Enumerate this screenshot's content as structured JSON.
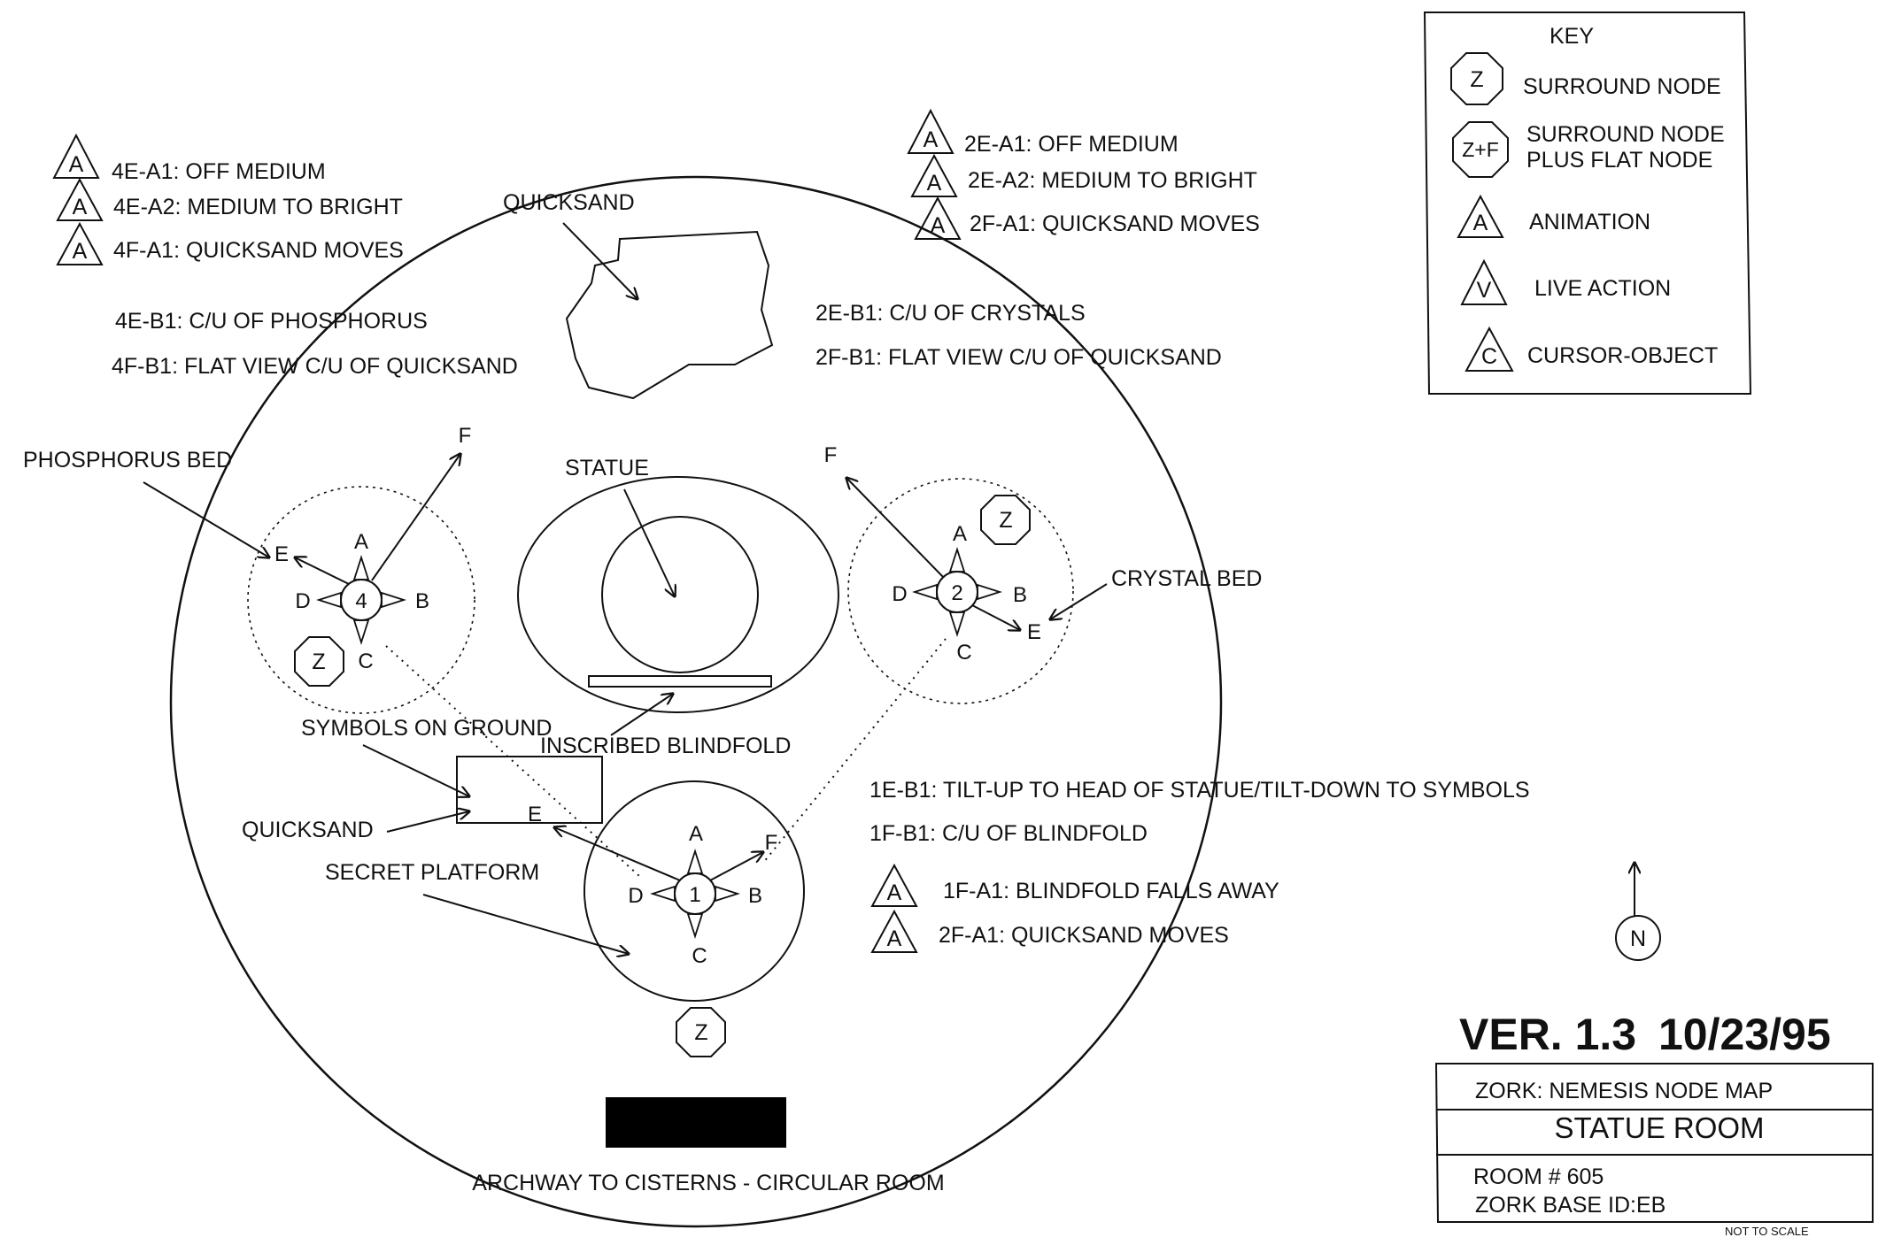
{
  "key": {
    "title": "KEY",
    "items": [
      {
        "symbol": "Z",
        "label": "SURROUND NODE"
      },
      {
        "symbol": "Z+F",
        "label_line1": "SURROUND NODE",
        "label_line2": "PLUS FLAT NODE"
      },
      {
        "symbol": "A",
        "label": "ANIMATION"
      },
      {
        "symbol": "V",
        "label": "LIVE ACTION"
      },
      {
        "symbol": "C",
        "label": "CURSOR-OBJECT"
      }
    ]
  },
  "notes_left": {
    "animations": [
      "4E-A1: OFF MEDIUM",
      "4E-A2: MEDIUM TO BRIGHT",
      "4F-A1: QUICKSAND MOVES"
    ],
    "views": [
      "4E-B1: C/U OF PHOSPHORUS",
      "4F-B1: FLAT VIEW C/U OF QUICKSAND"
    ]
  },
  "notes_right": {
    "animations": [
      "2E-A1: OFF MEDIUM",
      "2E-A2: MEDIUM TO BRIGHT",
      "2F-A1: QUICKSAND MOVES"
    ],
    "views": [
      "2E-B1: C/U OF CRYSTALS",
      "2F-B1: FLAT VIEW C/U OF QUICKSAND"
    ]
  },
  "notes_node1": {
    "views": [
      "1E-B1: TILT-UP TO HEAD OF STATUE/TILT-DOWN TO SYMBOLS",
      "1F-B1: C/U OF BLINDFOLD"
    ],
    "animations": [
      "1F-A1: BLINDFOLD FALLS AWAY",
      "2F-A1: QUICKSAND MOVES"
    ]
  },
  "labels": {
    "quicksand_top": "QUICKSAND",
    "phosphorus_bed": "PHOSPHORUS BED",
    "statue": "STATUE",
    "crystal_bed": "CRYSTAL BED",
    "symbols_on_ground": "SYMBOLS ON GROUND",
    "inscribed_blindfold": "INSCRIBED BLINDFOLD",
    "quicksand_left": "QUICKSAND",
    "secret_platform": "SECRET PLATFORM",
    "archway": "ARCHWAY TO CISTERNS - CIRCULAR ROOM"
  },
  "nodes": [
    {
      "id": "4",
      "dirs": {
        "a": "A",
        "b": "B",
        "c": "C",
        "d": "D",
        "e": "E",
        "f": "F"
      }
    },
    {
      "id": "2",
      "dirs": {
        "a": "A",
        "b": "B",
        "c": "C",
        "d": "D",
        "e": "E",
        "f": "F"
      }
    },
    {
      "id": "1",
      "dirs": {
        "a": "A",
        "b": "B",
        "c": "C",
        "d": "D",
        "e": "E",
        "f": "F"
      }
    }
  ],
  "surround_symbol": "Z",
  "animation_symbol": "A",
  "north": "N",
  "version": {
    "ver": "VER. 1.3",
    "date": "10/23/95"
  },
  "title_block": {
    "project": "ZORK: NEMESIS NODE MAP",
    "room_name": "STATUE ROOM",
    "room_number": "ROOM # 605",
    "base_id": "ZORK BASE ID:EB",
    "scale_note": "NOT TO SCALE"
  }
}
